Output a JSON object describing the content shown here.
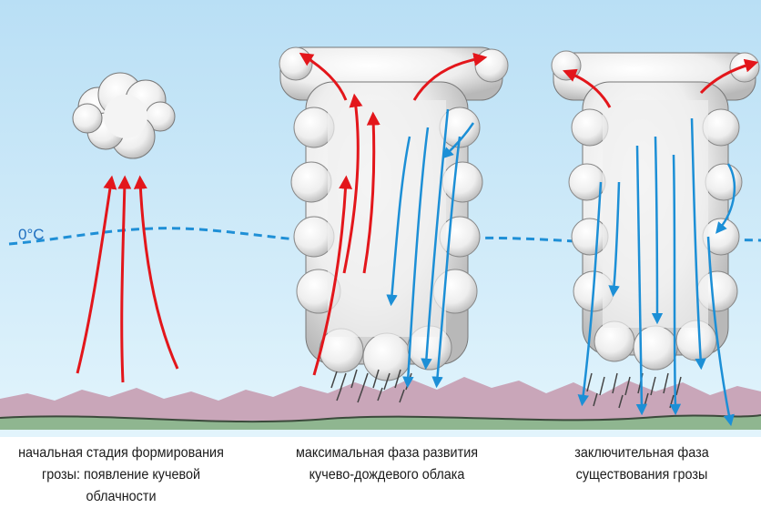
{
  "diagram": {
    "isotherm_label": "0°C",
    "stages": [
      {
        "line1": "начальная стадия формирования",
        "line2": "грозы: появление кучевой облачности"
      },
      {
        "line1": "максимальная фаза развития",
        "line2": "кучево-дождевого облака"
      },
      {
        "line1": "заключительная фаза",
        "line2": "существования грозы"
      }
    ],
    "colors": {
      "sky": "#cfeaf8",
      "updraft": "#e3161b",
      "downdraft": "#1c8fd6",
      "isotherm": "#1f8fd6",
      "hills": "#c8a6b8",
      "ground": "#8fb48f"
    }
  }
}
